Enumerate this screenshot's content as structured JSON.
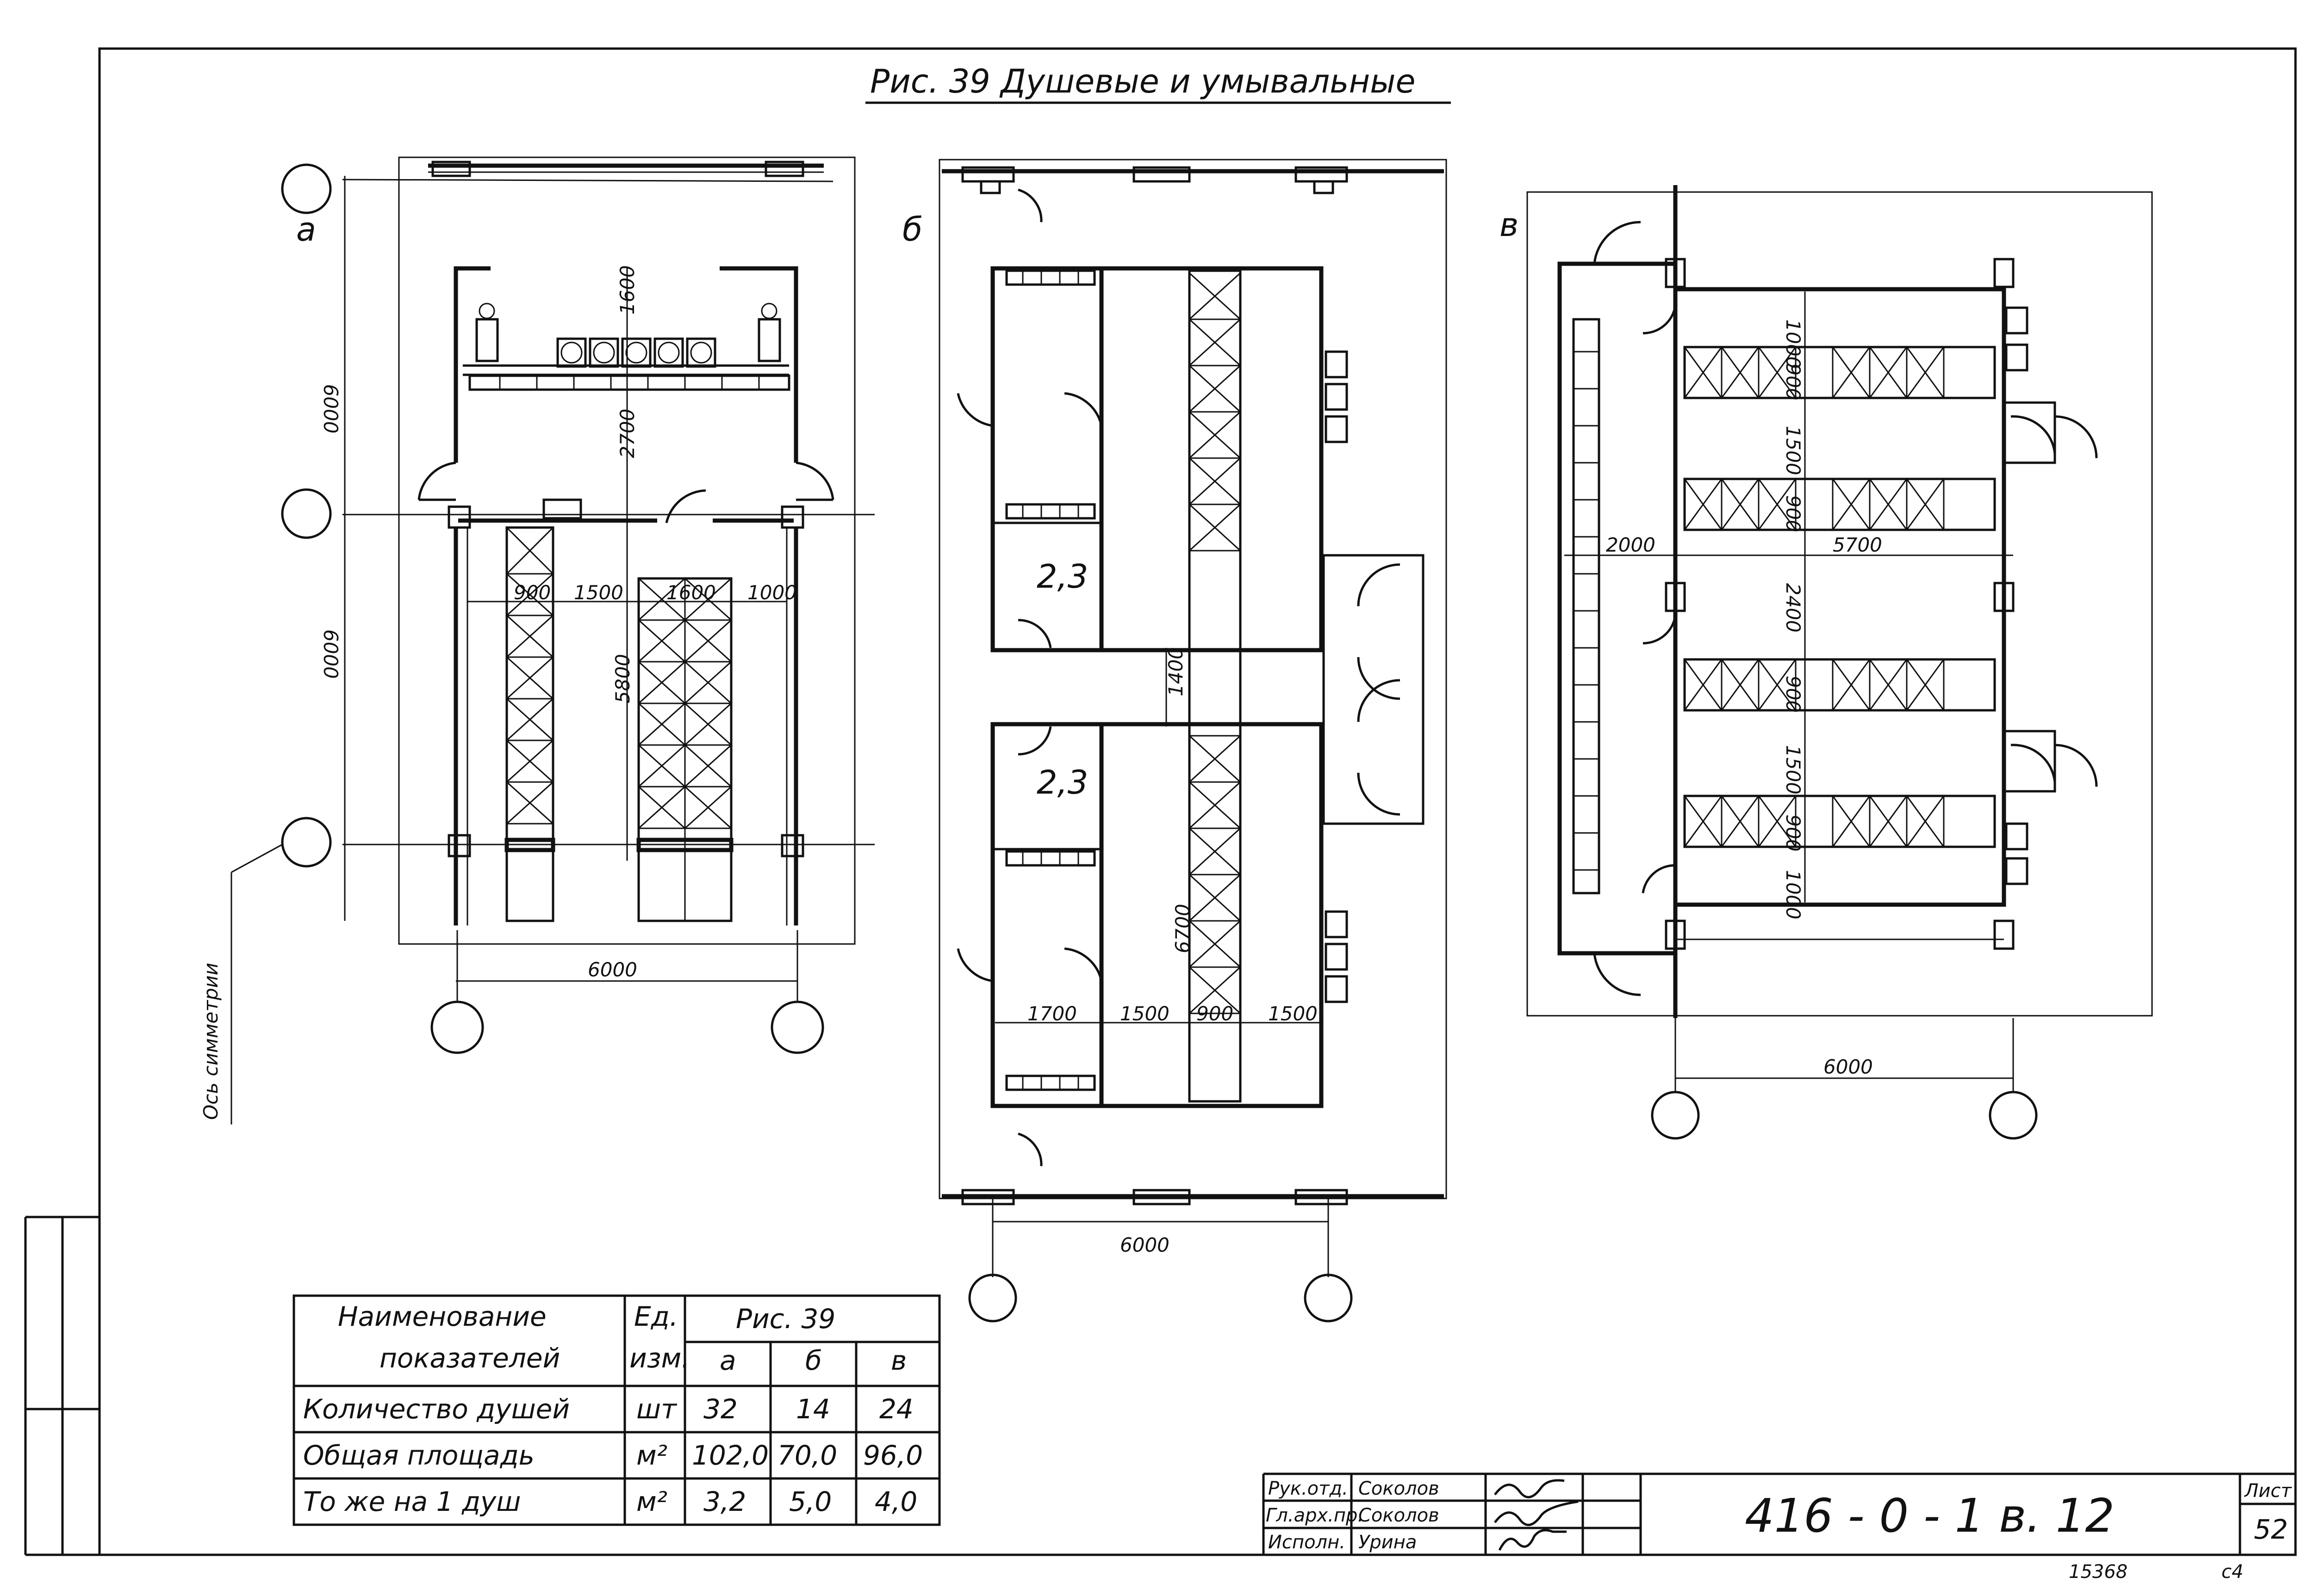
{
  "title": "Рис. 39  Душевые и умывальные",
  "plans": {
    "a": {
      "letter": "а",
      "dims": {
        "v1": "6000",
        "v2": "6000",
        "d1600": "1600",
        "d2700": "2700",
        "d5800": "5800",
        "c900": "900",
        "c1500": "1500",
        "c1600": "1600",
        "c1000": "1000",
        "bottom": "6000"
      },
      "axis_label": "Ось симметрии"
    },
    "b": {
      "letter": "б",
      "dims": {
        "area_top": "2,3",
        "area_bottom": "2,3",
        "d1400": "1400",
        "d6700": "6700",
        "c1700": "1700",
        "c1500a": "1500",
        "c900": "900",
        "c1500b": "1500",
        "bottom": "6000"
      }
    },
    "c": {
      "letter": "в",
      "dims": {
        "d2000": "2000",
        "d5700": "5700",
        "d1000a": "1000",
        "d900a": "900",
        "d1500a": "1500",
        "d900b": "900",
        "d2400": "2400",
        "d900c": "900",
        "d1500b": "1500",
        "d900d": "900",
        "d1000b": "1000",
        "bottom": "6000"
      }
    }
  },
  "table": {
    "header_name_1": "Наименование",
    "header_name_2": "показателей",
    "header_unit_1": "Ед.",
    "header_unit_2": "изм.",
    "header_group": "Рис. 39",
    "columns": [
      "а",
      "б",
      "в"
    ],
    "rows": [
      {
        "name": "Количество душей",
        "unit": "шт",
        "values": [
          "32",
          "14",
          "24"
        ]
      },
      {
        "name": "Общая площадь",
        "unit": "м²",
        "values": [
          "102,0",
          "70,0",
          "96,0"
        ]
      },
      {
        "name": "То же на 1 душ",
        "unit": "м²",
        "values": [
          "3,2",
          "5,0",
          "4,0"
        ]
      }
    ]
  },
  "stamp": {
    "roles": [
      "Рук.отд.",
      "Гл.арх.пр.",
      "Исполн."
    ],
    "names": [
      "Соколов",
      "Соколов",
      "Урина"
    ],
    "code": "416 - 0 - 1   в. 12",
    "sheet_label": "Лист",
    "sheet_number": "52",
    "inventory": "15368",
    "format": "с4"
  }
}
